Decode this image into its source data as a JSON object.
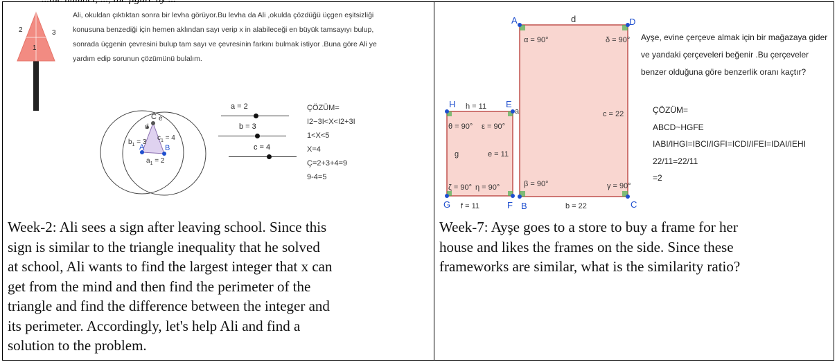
{
  "top_text": "...the number, ..., the figure by ...",
  "week2": {
    "sign_labels": [
      "2",
      "3",
      "1"
    ],
    "turkish_text": [
      "Ali, okuldan çıktıktan sonra bir levha görüyor.Bu levha da Ali ,okulda çözdüğü üçgen eşitsizliği",
      "konusuna benzediği için hemen aklından sayı verip x in alabileceği en büyük tamsayıyı bulup,",
      "sonrada üçgenin çevresini bulup tam sayı ve çevresinin farkını bulmak istiyor .Buna göre Ali ye",
      "yardım edip sorunun çözümünü bulalım."
    ],
    "sliders": [
      {
        "label": "a = 2",
        "fraction": 0.52
      },
      {
        "label": "b = 3",
        "fraction": 0.58
      },
      {
        "label": "c = 4",
        "fraction": 0.6
      }
    ],
    "figure_labels": {
      "C": "C",
      "e": "e",
      "d": "d",
      "b1": "b",
      "b1_sub": "1",
      "b1_val": " = 3",
      "c1": "c",
      "c1_sub": "1",
      "c1_val": " = 4",
      "A": "A",
      "B": "B",
      "a1": "a",
      "a1_sub": "1",
      "a1_val": " = 2"
    },
    "solution": [
      "ÇÖZÜM=",
      "I2−3I<X<I2+3I",
      "1<X<5",
      "X=4",
      "Ç=2+3+4=9",
      "9-4=5"
    ],
    "caption": "Week-2: Ali sees a sign after leaving school. Since this sign is similar to the triangle inequality that he solved at school, Ali wants to find the largest integer that x can get from the mind and then find the perimeter of the triangle and find the difference between the integer and its perimeter. Accordingly, let's help Ali and find a solution to the problem.",
    "caption_lines": [
      "Week-2: Ali sees a sign after leaving school. Since this",
      "sign is similar to the triangle inequality that he solved",
      "at school, Ali wants to find the largest integer that x can",
      "get from the mind and then find the perimeter of the",
      "triangle and find the difference between the integer and",
      "its perimeter. Accordingly, let's help Ali and find a",
      "solution to the problem."
    ]
  },
  "week7": {
    "big_rect": {
      "A": "A",
      "D": "D",
      "B": "B",
      "C": "C",
      "d": "d",
      "alpha": "α = 90°",
      "delta": "δ = 90°",
      "beta": "β = 90°",
      "gamma": "γ = 90°",
      "a": "a",
      "c": "c = 22",
      "b": "b = 22"
    },
    "small_rect": {
      "H": "H",
      "E": "E",
      "G": "G",
      "F": "F",
      "h": "h = 11",
      "theta": "θ = 90°",
      "epsilon": "ε = 90°",
      "g": "g",
      "e": "e = 11",
      "zeta": "ζ = 90°",
      "eta": "η = 90°",
      "f": "f = 11"
    },
    "turkish_text": [
      "Ayşe, evine çerçeve almak için bir mağazaya gider",
      "ve yandaki çerçeveleri beğenir .Bu çerçeveler",
      "benzer olduğuna göre benzerlik oranı kaçtır?"
    ],
    "solution": [
      "ÇÖZÜM=",
      "ABCD~HGFE",
      "IABI/IHGI=IBCI/IGFI=ICDI/IFEI=IDAI/IEHI",
      "22/11=22/11",
      "=2"
    ],
    "caption": "Week-7: Ayşe goes to a store to buy a frame for her house and likes the frames on the side. Since these frameworks are similar, what is the similarity ratio?",
    "caption_lines": [
      "Week-7: Ayşe goes to a store to buy a frame for her",
      "house and likes the frames on the side. Since these",
      "frameworks are similar, what is the similarity ratio?"
    ]
  },
  "colors": {
    "accent_red": "#f28b82",
    "rect_fill": "#f9d6d0",
    "rect_stroke": "#c0504d",
    "point_blue": "#1f4fcf",
    "angle_green": "#4caf50"
  }
}
